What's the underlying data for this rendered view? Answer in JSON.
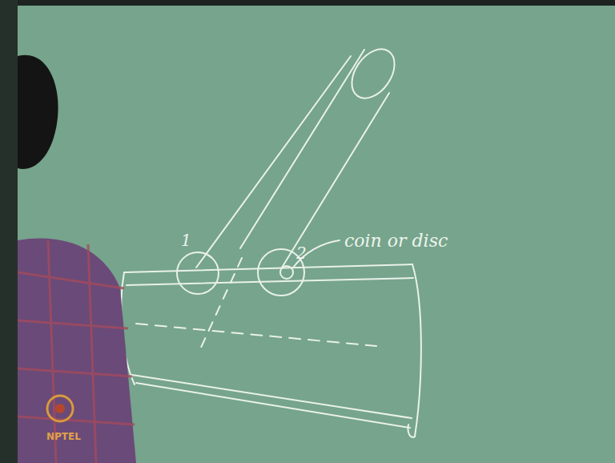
{
  "diagram": {
    "labels": [
      "1",
      "2",
      "coin or disc",
      "NPTEL"
    ]
  }
}
